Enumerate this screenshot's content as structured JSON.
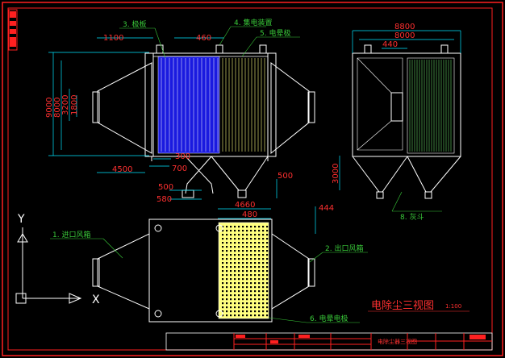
{
  "title": "电除尘三视图",
  "scale": "1:100",
  "title_block_name": "电除尘器三视图",
  "front_view": {
    "dims": {
      "top_left": "1100",
      "top_mid": "460",
      "height_overall": "9000",
      "height_body": "8000",
      "height_a": "3200",
      "height_b": "1800",
      "bottom_300": "300",
      "bottom_700": "700",
      "bottom_4500": "4500",
      "hopper_500a": "500",
      "hopper_580": "580",
      "hopper_500b": "500"
    },
    "labels": {
      "plate": "3. 极板",
      "rapper": "4. 集电装置",
      "electrode": "5. 电晕极"
    }
  },
  "side_view": {
    "dims": {
      "w8800": "8800",
      "w8000": "8000",
      "w440": "440",
      "h3000": "3000"
    },
    "labels": {
      "hopper": "8. 灰斗"
    }
  },
  "plan_view": {
    "dims": {
      "d4660": "4660",
      "d480": "480",
      "d444": "444"
    },
    "labels": {
      "inlet": "1. 进口风箱",
      "outlet": "2. 出口风箱",
      "discharge": "6. 电晕电极"
    }
  },
  "axes": {
    "x": "X",
    "y": "Y"
  },
  "colors": {
    "background": "#000000",
    "outline": "#ffffff",
    "dimension": "#ff3030",
    "extension": "#00e5ff",
    "plate_fill": "#1a1adf",
    "electrode": "#ffff80",
    "label": "#39c939",
    "frame": "#ff2020"
  }
}
